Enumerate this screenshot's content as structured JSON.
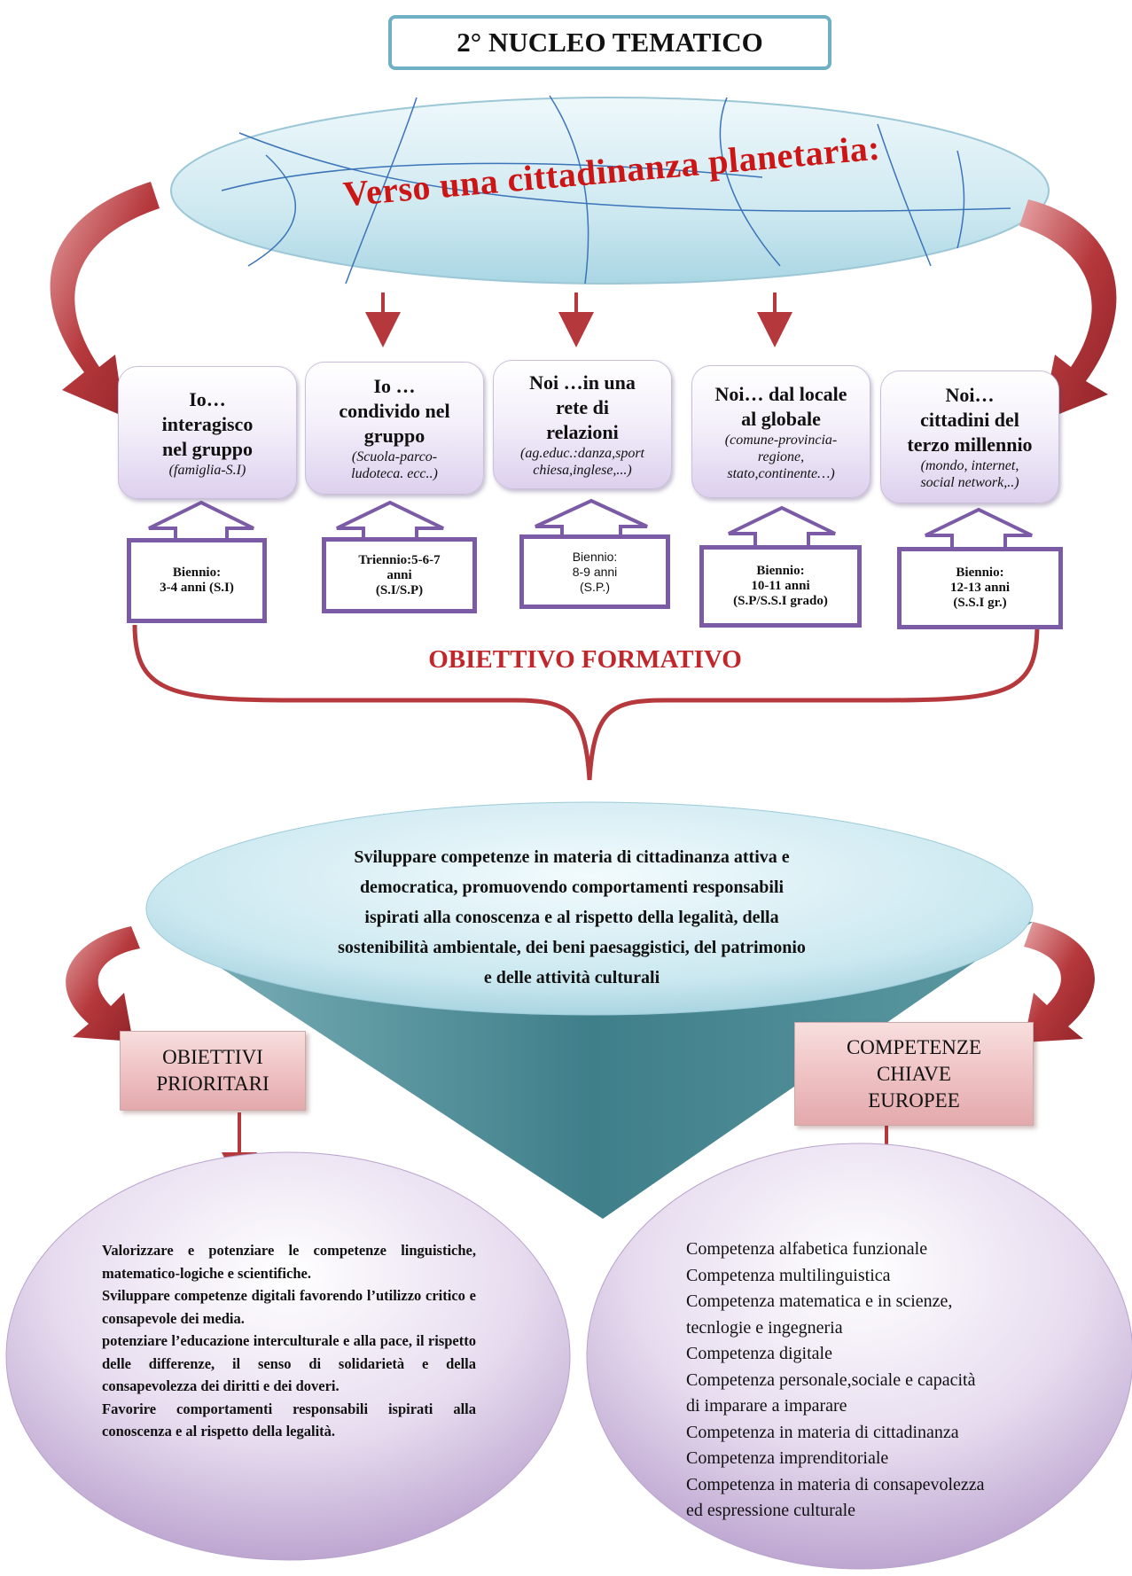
{
  "title": "2° NUCLEO TEMATICO",
  "planet_title": "Verso una cittadinanza planetaria:",
  "stages": [
    {
      "heading_lines": [
        "Io…",
        "interagisco",
        "nel gruppo"
      ],
      "detail_lines": [
        "(famiglia-S.I)"
      ],
      "age_lines": [
        "Biennio:",
        "3-4 anni (S.I)"
      ]
    },
    {
      "heading_lines": [
        "Io …",
        "condivido  nel",
        "gruppo"
      ],
      "detail_lines": [
        "(Scuola-parco-",
        "ludoteca. ecc..)"
      ],
      "age_lines": [
        "Triennio:5-6-7",
        "anni",
        "(S.I/S.P)"
      ]
    },
    {
      "heading_lines": [
        "Noi …in una",
        "rete di",
        "relazioni"
      ],
      "detail_lines": [
        "(ag.educ.:danza,sport",
        "chiesa,inglese,...)"
      ],
      "age_lines": [
        "Biennio:",
        "8-9 anni",
        "(S.P.)"
      ]
    },
    {
      "heading_lines": [
        "Noi… dal locale",
        "al  globale"
      ],
      "detail_lines": [
        "(comune-provincia-",
        "regione,",
        "stato,continente…)"
      ],
      "age_lines": [
        "Biennio:",
        "10-11 anni",
        "(S.P/S.S.I grado)"
      ]
    },
    {
      "heading_lines": [
        "Noi…",
        "cittadini del",
        "terzo millennio"
      ],
      "detail_lines": [
        "(mondo, internet,",
        "social network,..)"
      ],
      "age_lines": [
        "Biennio:",
        "12-13 anni",
        "(S.S.I  gr.)"
      ]
    }
  ],
  "obiettivo_formativo": "OBIETTIVO  FORMATIVO",
  "main_objective_lines": [
    "Sviluppare  competenze in materia di cittadinanza  attiva e",
    "democratica, promuovendo  comportamenti  responsabili",
    "ispirati  alla conoscenza e al rispetto della legalità, della",
    "sostenibilità  ambientale, dei beni paesaggistici, del patrimonio",
    "e delle attività culturali"
  ],
  "obiettivi_prioritari_lines": [
    "OBIETTIVI",
    "PRIORITARI"
  ],
  "competenze_chiave_lines": [
    "COMPETENZE",
    "CHIAVE",
    "EUROPEE"
  ],
  "priority_items": [
    "Valorizzare e potenziare le competenze linguistiche, matematico-logiche e scientifiche.",
    "Sviluppare competenze digitali favorendo l’utilizzo critico e consapevole dei media.",
    "potenziare l’educazione interculturale e alla pace, il rispetto delle differenze, il senso di solidarietà e della consapevolezza dei diritti e dei doveri.",
    "Favorire comportamenti responsabili ispirati alla conoscenza e al rispetto della legalità."
  ],
  "key_competences_lines": [
    "Competenza alfabetica funzionale",
    "Competenza multilinguistica",
    "Competenza matematica e in scienze,",
    "tecnlogie e ingegneria",
    "Competenza digitale",
    "Competenza personale,sociale e capacità",
    "di imparare a imparare",
    "Competenza in materia di cittadinanza",
    "Competenza imprenditoriale",
    "Competenza in materia di consapevolezza",
    "ed espressione culturale"
  ],
  "colors": {
    "title_border": "#6fb0c4",
    "planet_title": "#cc1616",
    "arrow_red": "#b5383c",
    "age_border": "#7b5aa6",
    "obiettivo_formativo": "#c0262a",
    "cone": "#3f7f8a",
    "tag_pink": "#eec0c2",
    "purple_oval": "#cbb6dc"
  }
}
